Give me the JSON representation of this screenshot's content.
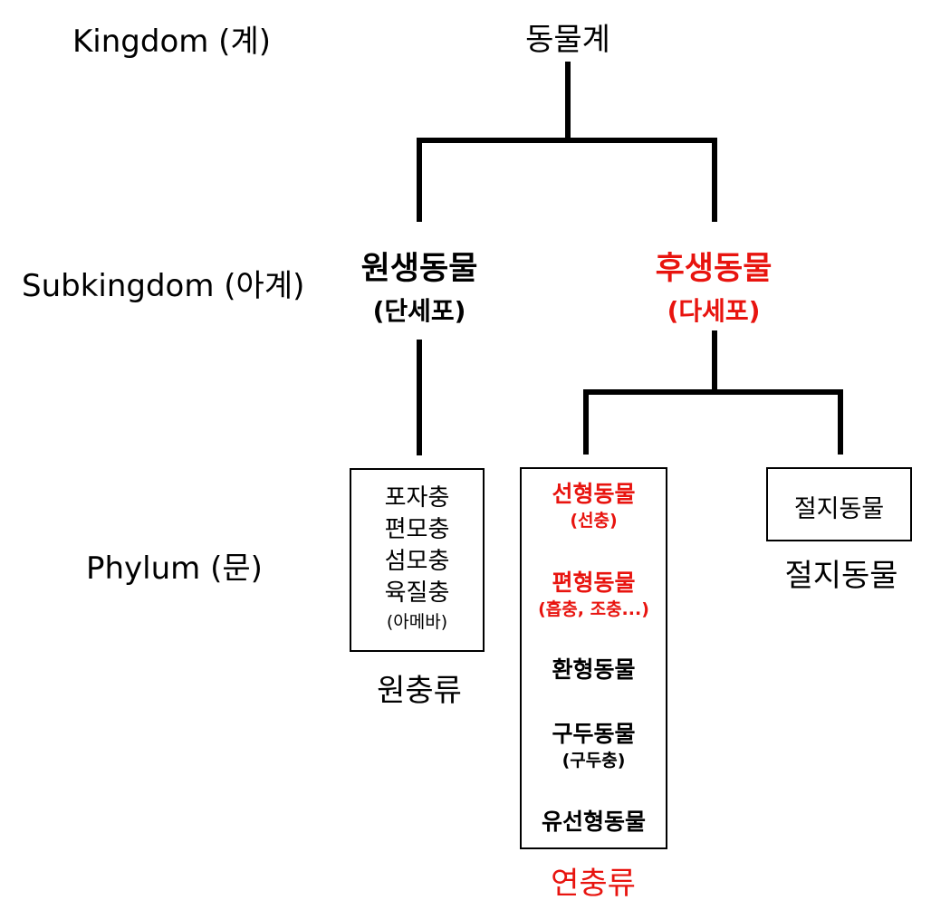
{
  "levels": {
    "kingdom": "Kingdom (계)",
    "subkingdom": "Subkingdom (아계)",
    "phylum": "Phylum (문)"
  },
  "root": {
    "name": "동물계"
  },
  "protozoa": {
    "name": "원생동물",
    "sub": "(단세포)"
  },
  "metazoa": {
    "name": "후생동물",
    "sub": "(다세포)"
  },
  "protozoa_box": {
    "items": [
      "포자충",
      "편모충",
      "섬모충",
      "육질충"
    ],
    "note": "(아메바)",
    "caption": "원충류"
  },
  "helminth_box": {
    "entries": [
      {
        "name": "선형동물",
        "sub": "(선충)",
        "highlight": true
      },
      {
        "name": "편형동물",
        "sub": "(흡충, 조충...)",
        "highlight": true
      },
      {
        "name": "환형동물",
        "sub": "",
        "highlight": false
      },
      {
        "name": "구두동물",
        "sub": "(구두충)",
        "highlight": false
      },
      {
        "name": "유선형동물",
        "sub": "",
        "highlight": false
      }
    ],
    "caption": "연충류"
  },
  "arthropod_box": {
    "item": "절지동물",
    "caption": "절지동물"
  },
  "colors": {
    "highlight": "#e8140f",
    "line": "#000000"
  }
}
